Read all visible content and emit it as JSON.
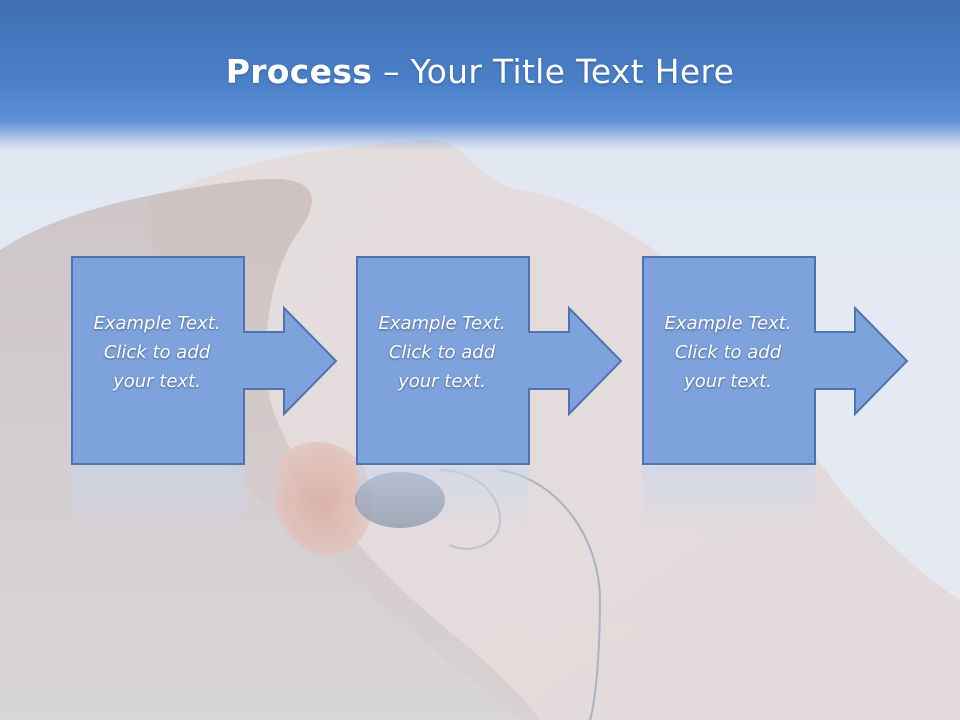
{
  "title": {
    "bold": "Process",
    "rest": " – Your Title Text Here"
  },
  "steps": [
    {
      "text": "Example Text.\nClick  to add\nyour text."
    },
    {
      "text": "Example Text.\nClick  to add\nyour text."
    },
    {
      "text": "Example Text.\nClick  to add\nyour text."
    }
  ],
  "colors": {
    "header": "#4a80c8",
    "box_fill": "#7ea3dc",
    "box_stroke": "#4f74ad",
    "text": "#ffffff"
  }
}
